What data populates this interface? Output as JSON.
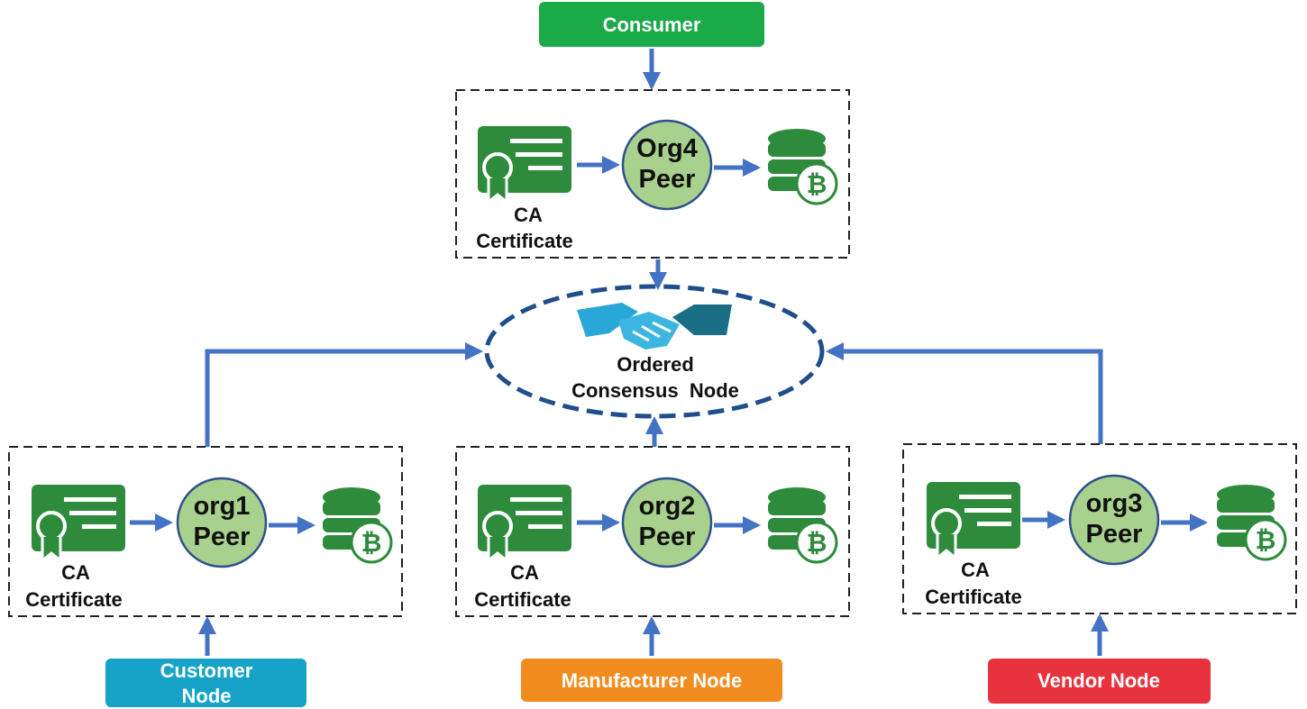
{
  "colors": {
    "consumer": "#1aaa48",
    "customer": "#17a3c8",
    "manufacturer": "#f28c1e",
    "vendor": "#e8333e",
    "arrow": "#4472c4",
    "ellipse": "#1f4e8c",
    "cert": "#2e8b3c",
    "peer_fill": "#a9d18e",
    "peer_stroke": "#2f4f8f"
  },
  "top": {
    "role_label": "Consumer",
    "peer_line1": "Org4",
    "peer_line2": "Peer",
    "ca_line1": "CA",
    "ca_line2": "Certificate"
  },
  "consensus": {
    "line1": "Ordered",
    "line2": "Consensus  Node",
    "icon": "handshake-icon"
  },
  "bottom": [
    {
      "role_line1": "Customer",
      "role_line2": "Node",
      "peer_line1": "org1",
      "peer_line2": "Peer",
      "ca_line1": "CA",
      "ca_line2": "Certificate"
    },
    {
      "role_line1": "Manufacturer Node",
      "peer_line1": "org2",
      "peer_line2": "Peer",
      "ca_line1": "CA",
      "ca_line2": "Certificate"
    },
    {
      "role_line1": "Vendor Node",
      "peer_line1": "org3",
      "peer_line2": "Peer",
      "ca_line1": "CA",
      "ca_line2": "Certificate"
    }
  ],
  "icons": {
    "certificate": "certificate-icon",
    "ledger": "database-bitcoin-icon"
  }
}
